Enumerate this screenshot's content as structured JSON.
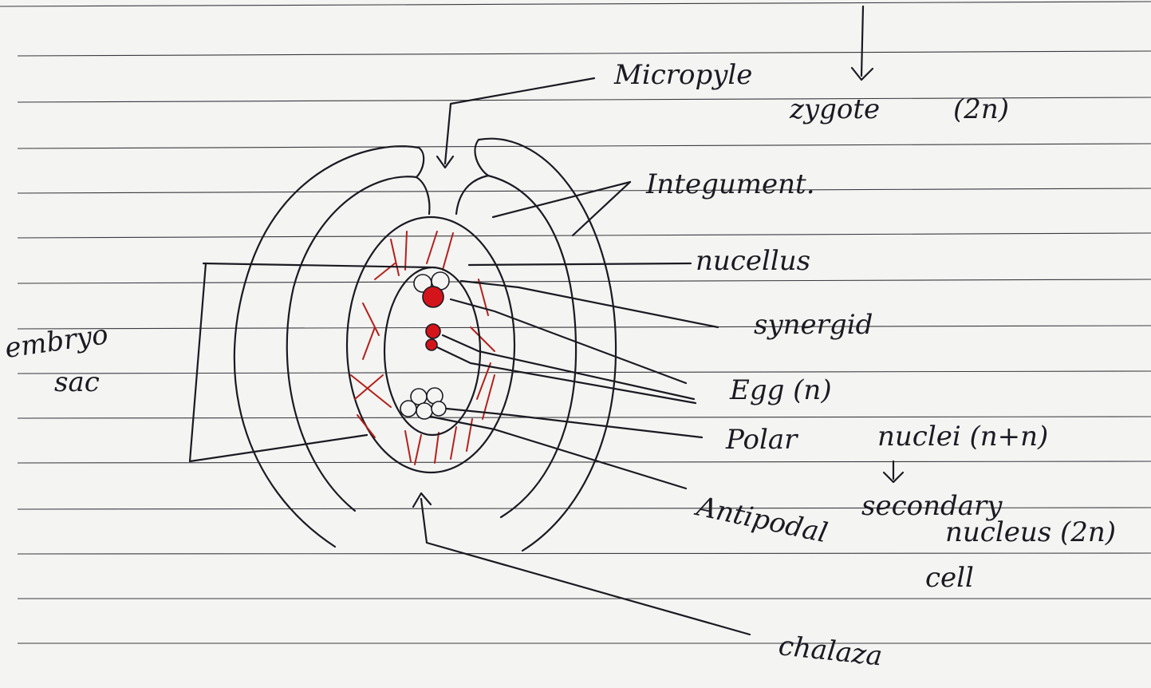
{
  "labels": {
    "micropyle": "Micropyle",
    "zygote": "zygote",
    "zygote_ploidy": "(2n)",
    "integument": "Integument.",
    "nucellus": "nucellus",
    "synergid": "synergid",
    "egg": "Egg (n)",
    "polar": "Polar",
    "polar_nuclei": "nuclei (n+n)",
    "secondary": "secondary",
    "secondary_nucleus": "nucleus (2n)",
    "cell": "cell",
    "antipodal": "Antipodal",
    "embryo": "embryo",
    "sac": "sac",
    "chalaza": "chalaza"
  },
  "colors": {
    "ink": "#1a1a22",
    "red_ink": "#b3201c",
    "paper": "#f4f4f2"
  }
}
